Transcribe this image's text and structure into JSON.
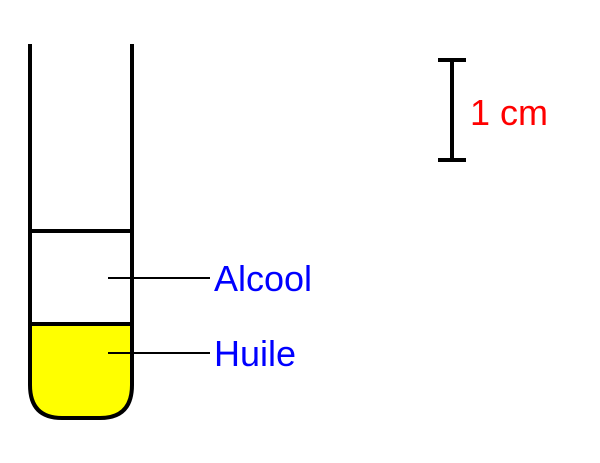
{
  "diagram": {
    "labels": {
      "alcohol": "Alcool",
      "oil": "Huile",
      "scale": "1 cm"
    },
    "colors": {
      "tube_stroke": "#000000",
      "oil_fill": "#ffff00",
      "label_text": "#0000ff",
      "scale_text": "#ff0000",
      "background": "#ffffff"
    }
  }
}
